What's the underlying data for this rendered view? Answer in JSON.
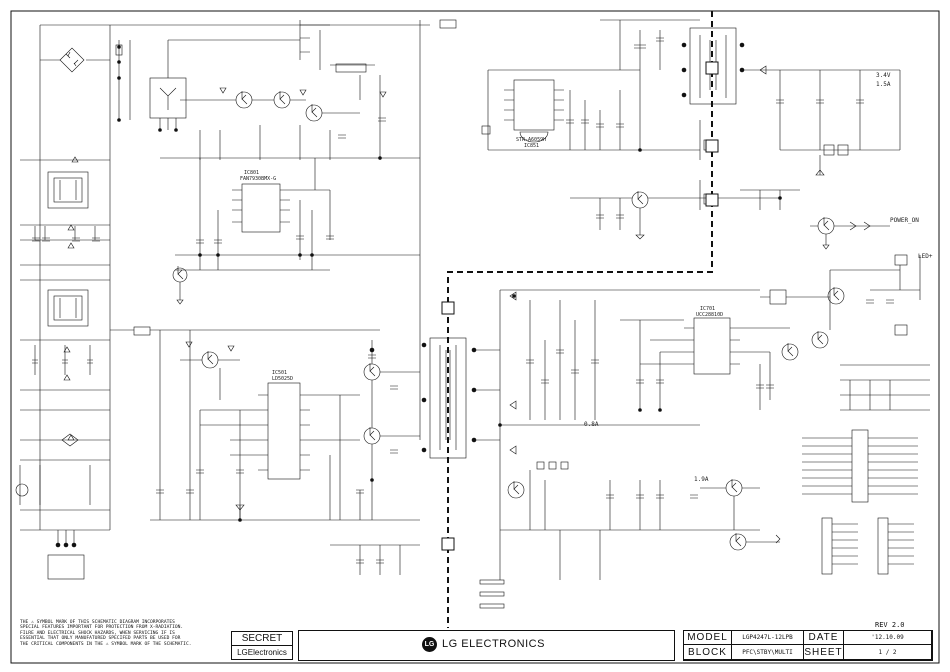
{
  "notice": {
    "line1": "THE ⚠ SYMBOL MARK OF THIS SCHEMATIC DIAGRAM INCORPORATES",
    "line2": "SPECIAL FEATURES IMPORTANT FOR PROTECTION FROM X-RADIATION.",
    "line3": "FILRE AND ELECTRICAL SHOCK HAZARDS, WHEN SERVICING IF IS",
    "line4": "ESSENTIAL THAT ONLY MANUFATURED SPECIFED PARTS BE USED FOR",
    "line5": "THE CRITICAL COMPONENTS IN THE ⚠ SYMBOL MARK OF THE SCHEMATIC."
  },
  "stamp": {
    "secret": "SECRET",
    "company_small": "LGElectronics"
  },
  "banner": {
    "logo": "LG",
    "company": "LG ELECTRONICS"
  },
  "title_block": {
    "revision": "REV 2.0",
    "model_label": "MODEL",
    "model_value": "LGP4247L-12LPB",
    "date_label": "DATE",
    "date_value": "'12.10.09",
    "block_label": "BLOCK",
    "block_value": "PFC\\STBY\\MULTI",
    "sheet_label": "SHEET",
    "sheet_value": "1    /    2"
  },
  "net_labels": {
    "v_out": "3.4V",
    "i_out": "1.5A",
    "power_on": "POWER_ON",
    "led_plus": "LED+",
    "i_led1": "0.8A",
    "i_led2": "1.9A"
  },
  "ic_labels": {
    "ic_stby": "STR-A6059H",
    "ic_stby_ref": "IC851",
    "ic_pfc": "FAN7930BMX-G",
    "ic_pfc_ref": "IC801",
    "ic_llc": "LD5025D",
    "ic_llc_ref": "IC501",
    "ic_led": "UCC28810D",
    "ic_led_ref": "IC701"
  }
}
